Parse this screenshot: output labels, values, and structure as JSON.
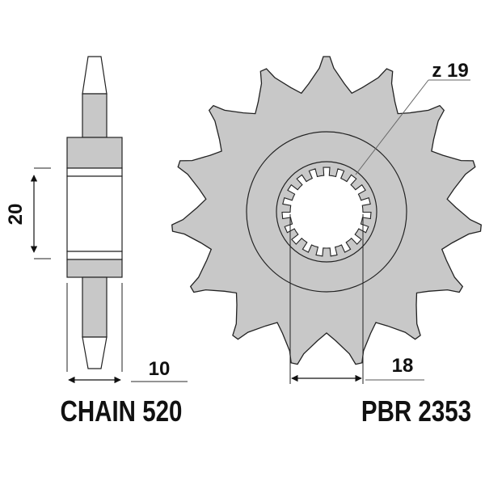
{
  "drawing": {
    "tooth_count_label": "z 19",
    "hub_height_dim": "20",
    "width_dim": "10",
    "spline_dim": "18",
    "chain_label": "CHAIN 520",
    "part_number": "PBR 2353"
  },
  "sprocket": {
    "outer_teeth": 15,
    "spline_teeth": 19,
    "fill_color": "#c8c8c8",
    "line_color": "#222222"
  }
}
